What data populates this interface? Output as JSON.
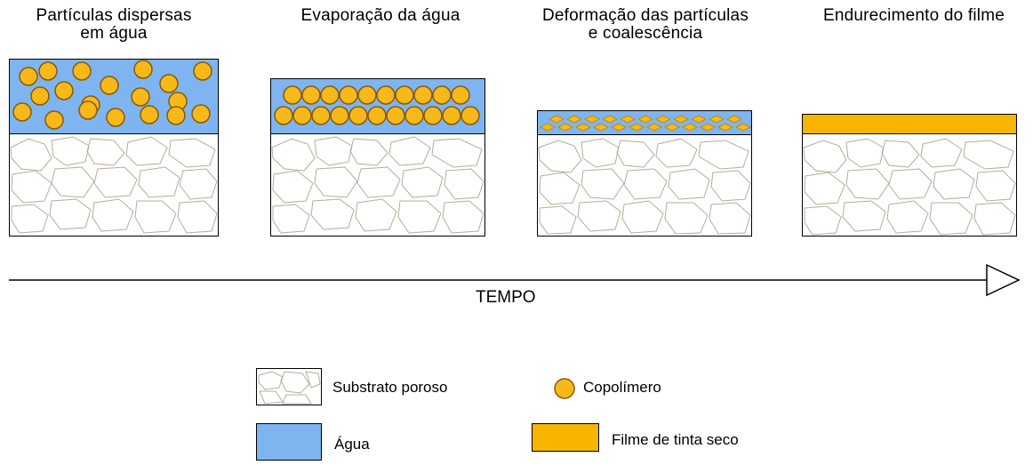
{
  "stages": [
    {
      "title_line1": "Partículas dispersas",
      "title_line2": "em água"
    },
    {
      "title_line1": "Evaporação da água",
      "title_line2": ""
    },
    {
      "title_line1": "Deformação das partículas",
      "title_line2": "e coalescência"
    },
    {
      "title_line1": "Endurecimento do filme",
      "title_line2": ""
    }
  ],
  "time_axis": {
    "label": "TEMPO"
  },
  "legend": {
    "substrate": "Substrato poroso",
    "copolymer": "Copolímero",
    "water": "Água",
    "dry_film": "Filme de tinta seco"
  },
  "colors": {
    "water": "#7EB5F0",
    "copolymer": "#F7B81A",
    "particle_outline": "#8A5A00",
    "substrate_line": "#B5AC9C",
    "dry_film": "#F7B500"
  }
}
